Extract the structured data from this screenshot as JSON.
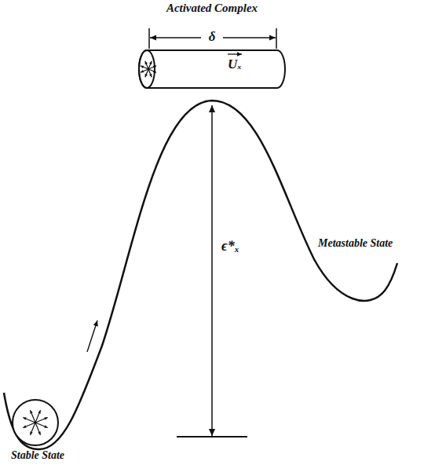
{
  "diagram": {
    "nodes": [
      {
        "text": [
          "Activated Complex",
          "Uₓ"
        ]
      },
      {
        "text": [
          "Stable State"
        ]
      }
    ],
    "labels": [
      "δ",
      "ϵ*ₓ",
      "Metastable State"
    ]
  }
}
